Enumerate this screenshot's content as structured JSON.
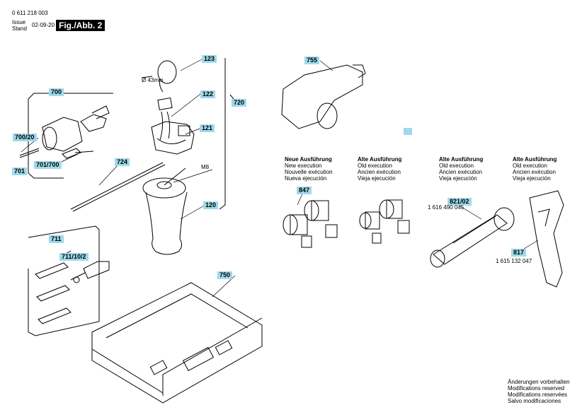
{
  "header": {
    "doc_number": "0 611 218 003",
    "issue_label": "Issue",
    "stand_label": "Stand",
    "issue_date": "02-09-20",
    "figure": "Fig./Abb. 2"
  },
  "callouts": {
    "p123": "123",
    "p122": "122",
    "p720": "720",
    "p121": "121",
    "p700": "700",
    "p700_20": "700/20",
    "p701": "701",
    "p701_700": "701/700",
    "p724": "724",
    "p120": "120",
    "p755": "755",
    "p711": "711",
    "p711_10_2": "711/10/2",
    "p750": "750",
    "p847": "847",
    "p821_02": "821/02",
    "p817": "817"
  },
  "labels": {
    "diameter": "Ø 43mm",
    "thread": "M8",
    "part_821_02": "1 616 490 045",
    "part_817": "1 615 132 047"
  },
  "columns": [
    {
      "l1": "Neue Ausführung",
      "l2": "New execution",
      "l3": "Nouvelle exécution",
      "l4": "Nueva ejecución"
    },
    {
      "l1": "Alte Ausführung",
      "l2": "Old execution",
      "l3": "Ancien exécution",
      "l4": "Vieja ejecución"
    },
    {
      "l1": "Alte Ausführung",
      "l2": "Old execution",
      "l3": "Ancien exécution",
      "l4": "Vieja ejecución"
    },
    {
      "l1": "Alte Ausführung",
      "l2": "Old execution",
      "l3": "Ancien exécution",
      "l4": "Vieja ejecución"
    }
  ],
  "footer": {
    "n1": "Änderungen vorbehalten",
    "n2": "Modifications reserved",
    "n3": "Modifications reservées",
    "n4": "Salvo modificaciones"
  },
  "colors": {
    "callout_bg": "#9fd9ec",
    "line": "#000000"
  }
}
